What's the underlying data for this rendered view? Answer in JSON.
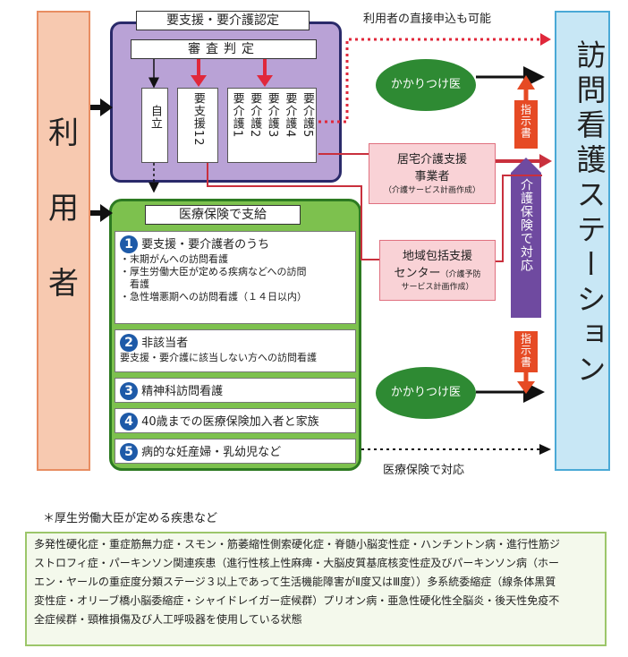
{
  "user_label": "利用者",
  "station_label": "訪問看護ステーション",
  "top_note": "利用者の直接申込も可能",
  "certification": {
    "title": "要支援・要介護認定",
    "review": "審査判定",
    "independent": "自立",
    "support": "要支援12",
    "care": [
      "要介護1",
      "要介護2",
      "要介護3",
      "要介護4",
      "要介護5"
    ]
  },
  "family_doctor_top": "かかりつけ医",
  "family_doctor_bottom": "かかりつけ医",
  "instruction_top": "指示書",
  "instruction_bottom": "指示書",
  "care_support_office": {
    "line1": "居宅介護支援",
    "line2": "事業者",
    "sub": "（介護サービス計画作成）"
  },
  "regional_center": {
    "line1": "地域包括支援",
    "line2": "センター",
    "sub_a": "（介護予防",
    "sub_b": "サービス計画作成）"
  },
  "care_insurance_label": "介護保険で対応",
  "medical": {
    "title": "医療保険で支給",
    "items": [
      {
        "num": "1",
        "head": "要支援・要介護者のうち",
        "subs": [
          "・末期がんへの訪問看護",
          "・厚生労働大臣が定める疾病などへの訪問",
          "　看護",
          "・急性増悪期への訪問看護（１４日以内）"
        ]
      },
      {
        "num": "2",
        "head": "非該当者",
        "subs": [
          "要支援・要介護に該当しない方への訪問看護"
        ]
      },
      {
        "num": "3",
        "head": "精神科訪問看護",
        "subs": []
      },
      {
        "num": "4",
        "head": "40歳までの医療保険加入者と家族",
        "subs": []
      },
      {
        "num": "5",
        "head": "病的な妊産婦・乳幼児など",
        "subs": []
      }
    ]
  },
  "medical_insurance_label": "医療保険で対応",
  "footnote": {
    "title": "＊厚生労働大臣が定める疾患など",
    "lines": [
      "多発性硬化症・重症筋無力症・スモン・筋萎縮性側索硬化症・脊髄小脳変性症・ハンチントン病・進行性筋ジ",
      "ストロフィ症・パーキンソン関連疾患（進行性核上性麻痺・大脳皮質基底核変性症及びパーキンソン病（ホー",
      "エン・ヤールの重症度分類ステージ３以上であって生活機能障害がⅡ度又はⅢ度））多系統委縮症（線条体黒質",
      "変性症・オリーブ橋小脳委縮症・シャイドレイガー症候群）プリオン病・亜急性硬化性全脳炎・後天性免疫不",
      "全症候群・頸椎損傷及び人工呼吸器を使用している状態"
    ]
  },
  "colors": {
    "arrow_black": "#111111",
    "arrow_red": "#c9303d",
    "dotted_red": "#e0283b",
    "orange": "#e64a24"
  }
}
